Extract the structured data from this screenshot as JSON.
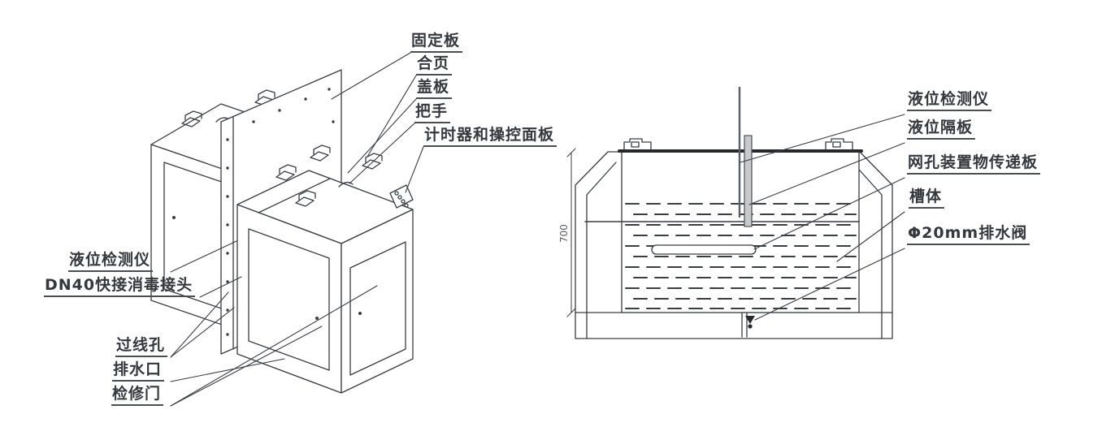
{
  "figure": {
    "title_implicit": "equipment line drawing, isometric view and section view",
    "colors": {
      "ink": "#3a3d42",
      "label_ink": "#35383d",
      "probe_fill": "#c7c9cb"
    },
    "iso": {
      "top_labels": [
        "固定板",
        "合页",
        "盖板",
        "把手",
        "计时器和操控面板"
      ],
      "side_labels": [
        "液位检测仪",
        "DN40快接消毒接头",
        "过线孔",
        "排水口",
        "检修门"
      ]
    },
    "section": {
      "labels": [
        "液位检测仪",
        "液位隔板",
        "网孔装置物传递板",
        "槽体",
        "Φ20mm排水阀"
      ],
      "height_dimension": "700"
    }
  }
}
